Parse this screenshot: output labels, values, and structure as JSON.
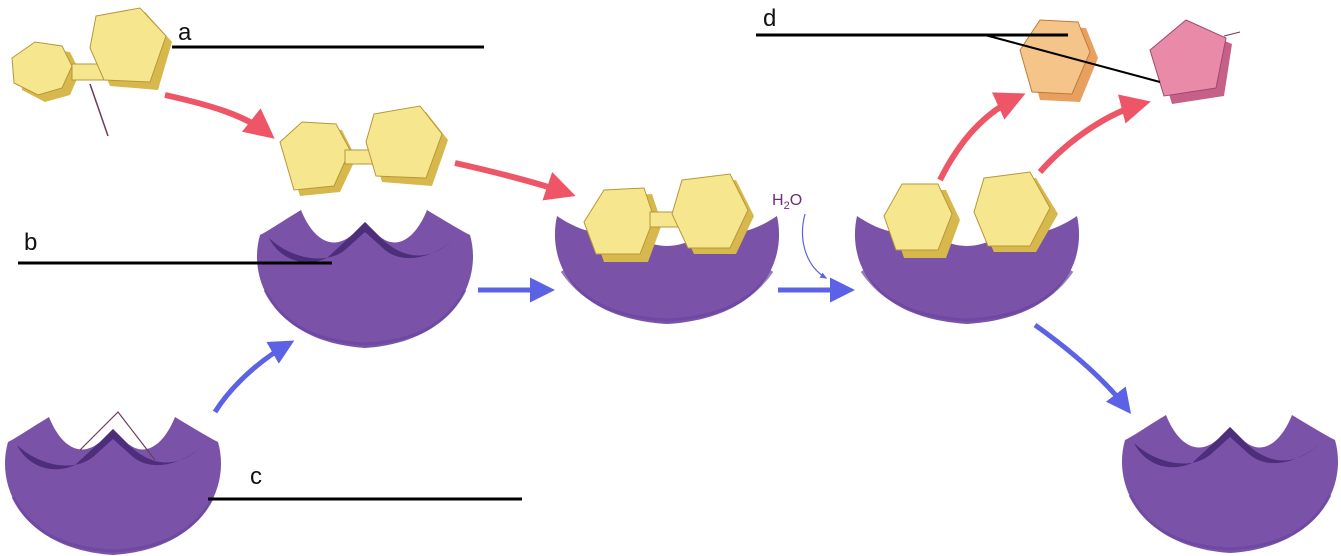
{
  "labels": {
    "a": "a",
    "b": "b",
    "c": "c",
    "d": "d"
  },
  "water": {
    "h": "H",
    "sub": "2",
    "o": "O"
  },
  "colors": {
    "enzyme": "#7a53a8",
    "enzyme_dark": "#4d2e7b",
    "substrate": "#f6e78f",
    "substrate_side": "#d7b84c",
    "product_orange": "#f4c489",
    "product_pink": "#e98aa8",
    "red_arrow": "#ee5566",
    "blue_arrow": "#5b62e6"
  }
}
